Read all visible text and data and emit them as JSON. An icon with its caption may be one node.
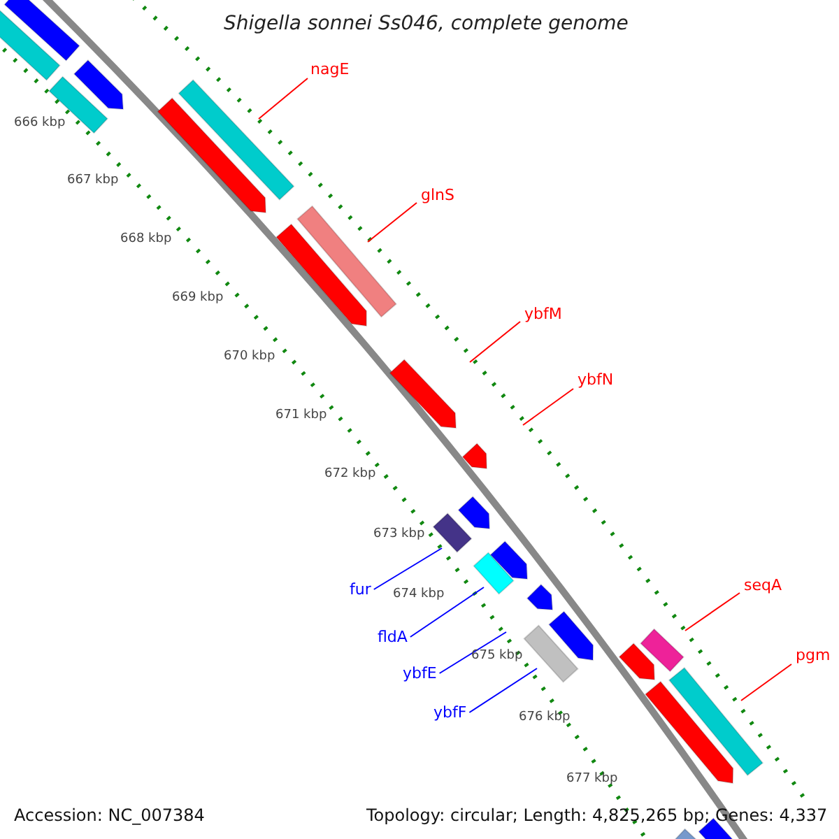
{
  "diagram": {
    "title": "Shigella sonnei Ss046, complete genome",
    "nodes": [
      {
        "text": [
          "nagE"
        ]
      },
      {
        "text": [
          "glnS"
        ]
      },
      {
        "text": [
          "ybfM"
        ]
      },
      {
        "text": [
          "ybfN"
        ]
      },
      {
        "text": [
          "seqA"
        ]
      },
      {
        "text": [
          "pgm"
        ]
      },
      {
        "text": [
          "fur"
        ]
      },
      {
        "text": [
          "fldA"
        ]
      },
      {
        "text": [
          "ybfE"
        ]
      },
      {
        "text": [
          "ybfF"
        ]
      }
    ],
    "edges": [
      {
        "from": 0,
        "to": null,
        "arrow": "none"
      },
      {
        "from": 1,
        "to": null,
        "arrow": "none"
      },
      {
        "from": 2,
        "to": null,
        "arrow": "none"
      },
      {
        "from": 3,
        "to": null,
        "arrow": "none"
      },
      {
        "from": 4,
        "to": null,
        "arrow": "none"
      },
      {
        "from": 5,
        "to": null,
        "arrow": "none"
      },
      {
        "from": 6,
        "to": null,
        "arrow": "none",
        "color": "#0000ff"
      },
      {
        "from": 7,
        "to": null,
        "arrow": "none",
        "color": "#0000ff"
      },
      {
        "from": 8,
        "to": null,
        "arrow": "none",
        "color": "#0000ff"
      },
      {
        "from": 9,
        "to": null,
        "arrow": "none",
        "color": "#0000ff"
      }
    ],
    "labels": [
      "666 kbp",
      "667 kbp",
      "668 kbp",
      "669 kbp",
      "670 kbp",
      "671 kbp",
      "672 kbp",
      "673 kbp",
      "674 kbp",
      "675 kbp",
      "676 kbp",
      "677 kbp",
      "Accession: NC_007384",
      "Topology: circular; Length: 4,825,265 bp; Genes: 4,337"
    ]
  }
}
